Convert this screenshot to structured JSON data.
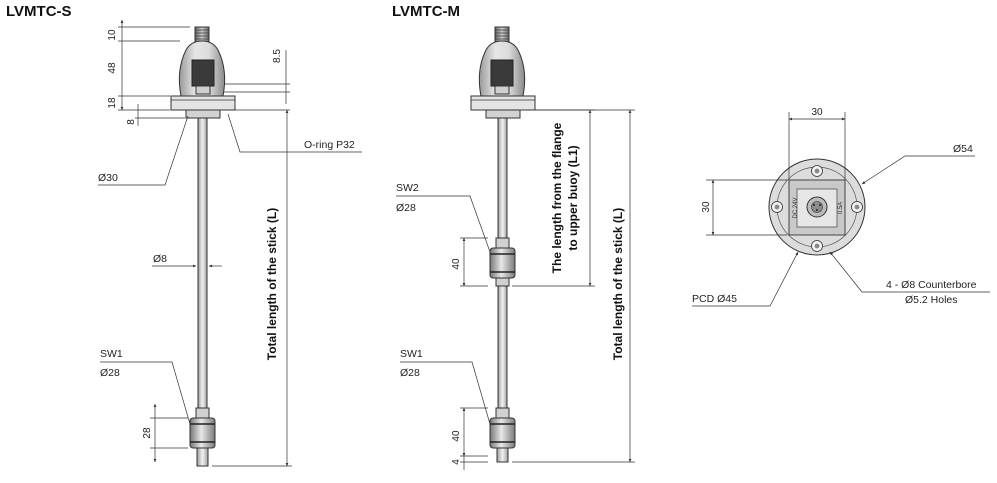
{
  "titles": {
    "s": "LVMTC-S",
    "m": "LVMTC-M"
  },
  "s_view": {
    "dims": [
      "10",
      "48",
      "8.5",
      "18",
      "8",
      "28"
    ],
    "labels": {
      "oring": "O-ring P32",
      "d30": "Ø30",
      "d8": "Ø8",
      "sw1": "SW1",
      "sw1_d": "Ø28"
    },
    "total": "Total length of the stick (L)"
  },
  "m_view": {
    "dims": [
      "40",
      "40",
      "4"
    ],
    "labels": {
      "sw2": "SW2",
      "sw2_d": "Ø28",
      "sw1": "SW1",
      "sw1_d": "Ø28"
    },
    "flange_line1": "The length from the flange",
    "flange_line2": "to upper buoy (L1)",
    "total": "Total length of the stick (L)"
  },
  "top_view": {
    "dims": [
      "30",
      "30"
    ],
    "labels": {
      "d54": "Ø54",
      "pcd": "PCD Ø45",
      "cb1": "4 - Ø8 Counterbore",
      "cb2": "Ø5.2 Holes",
      "dc": "DC 24V",
      "amp": "0.5A"
    }
  }
}
